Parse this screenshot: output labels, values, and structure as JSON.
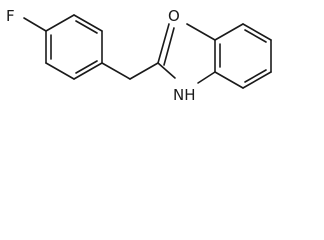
{
  "molecule": {
    "atoms": {
      "fluorine": "F",
      "oxygen": "O",
      "nitrogen_hydrogen": "NH"
    }
  }
}
